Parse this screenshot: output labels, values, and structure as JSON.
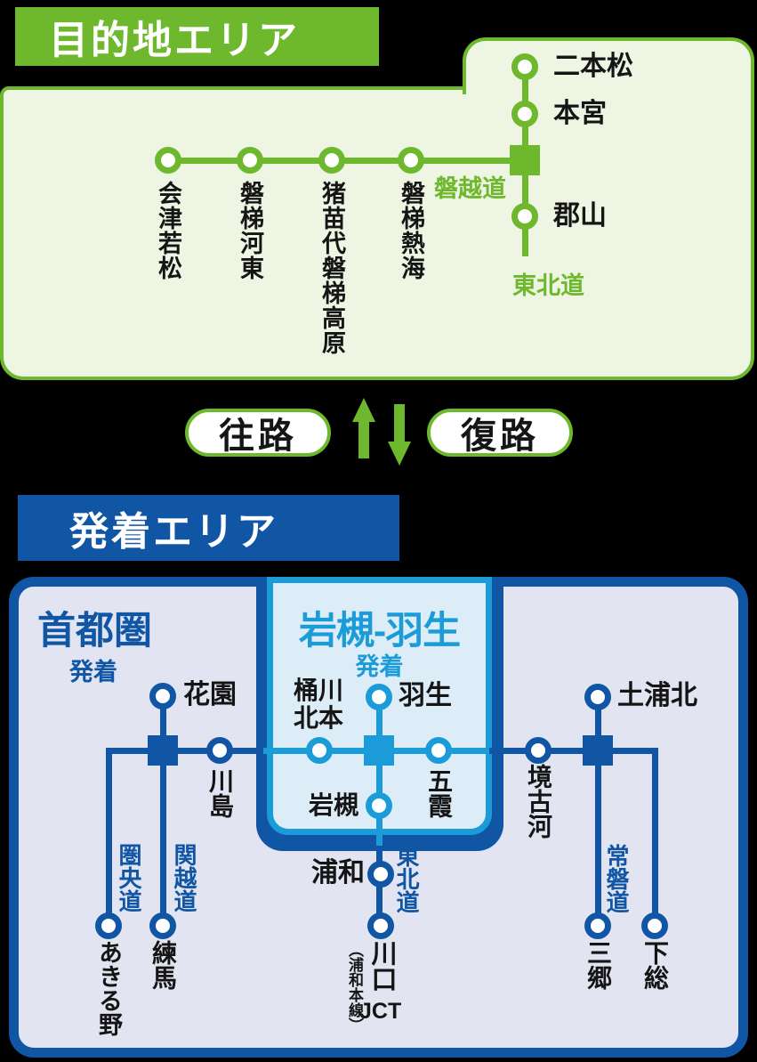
{
  "destination_area": {
    "heading": "目的地エリア",
    "banetsu_expressway_label": "磐越道",
    "tohoku_expressway_label": "東北道",
    "banetsu_stations": [
      "会津若松",
      "磐梯河東",
      "猪苗代磐梯高原",
      "磐梯熱海"
    ],
    "tohoku_stations": [
      "二本松",
      "本宮",
      "郡山"
    ]
  },
  "direction_labels": {
    "outbound": "往路",
    "return": "復路"
  },
  "departure_area": {
    "heading": "発着エリア",
    "shutoken": {
      "title": "首都圏",
      "subtitle": "発着"
    },
    "iwatsuki_hanyu": {
      "title": "岩槻-羽生",
      "subtitle": "発着",
      "stations": {
        "okegawa_kitamoto_line1": "桶川",
        "okegawa_kitamoto_line2": "北本",
        "hanyu": "羽生",
        "goka": "五霞",
        "iwatsuki": "岩槻"
      }
    },
    "stations": {
      "hanazono": "花園",
      "kawajima": "川島",
      "sakai_koga": "境古河",
      "tsuchiura_kita": "土浦北",
      "urawa": "浦和",
      "akiruno": "あきる野",
      "nerima": "練馬",
      "misato": "三郷",
      "shimofusa": "下総",
      "kawaguchi_kanji": "川口",
      "kawaguchi_latin": "JCT",
      "kawaguchi_note": "（浦和本線）"
    },
    "expressways": {
      "kenodo": "圏央道",
      "kanetsudo": "関越道",
      "tohokudo": "東北道",
      "jobando": "常磐道"
    }
  },
  "colors": {
    "green": "#6eb82e",
    "green_fill": "#eef5e3",
    "blue": "#1156a4",
    "blue_fill": "#e2e5f1",
    "cyan": "#1b9cd8",
    "cyan_fill": "#ddedf8"
  }
}
